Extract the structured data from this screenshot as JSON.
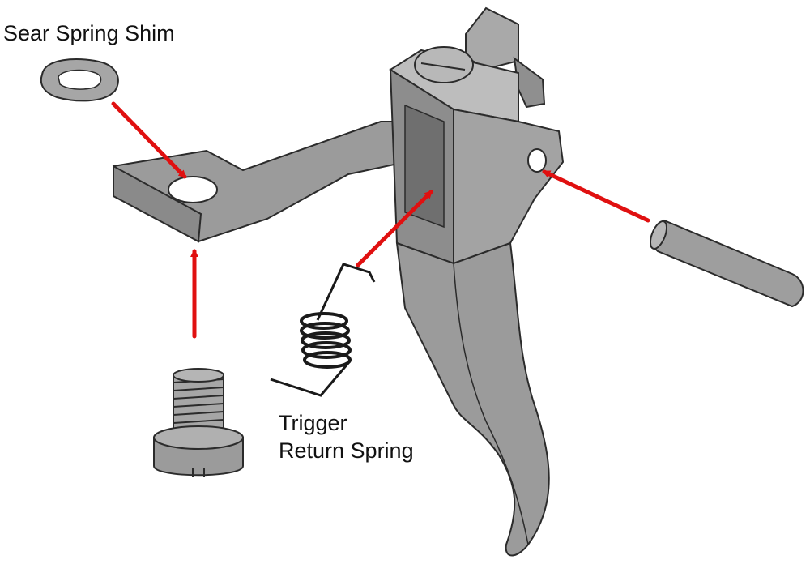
{
  "labels": {
    "sear_spring_shim": "Sear Spring Shim",
    "trigger_return_spring_line1": "Trigger",
    "trigger_return_spring_line2": "Return Spring"
  },
  "colors": {
    "background": "#ffffff",
    "part_fill": "#9b9b9b",
    "part_fill_light": "#b4b4b4",
    "part_fill_dark": "#7f7f7f",
    "outline": "#2b2b2b",
    "spring": "#1a1a1a",
    "arrow": "#e01010",
    "text": "#111111"
  }
}
